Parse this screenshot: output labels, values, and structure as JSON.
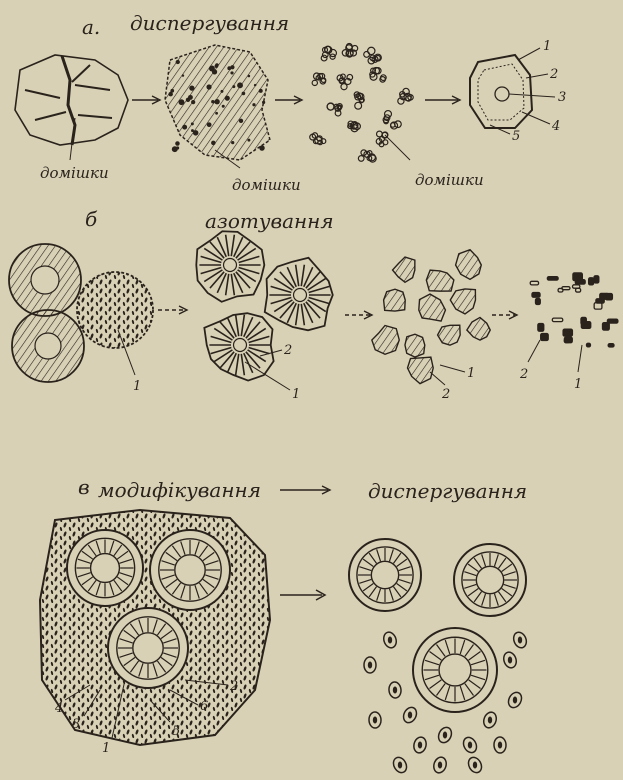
{
  "panel_a": {
    "letter": "а.",
    "title": "диспергування",
    "caption_1": "домішки",
    "caption_2": "домішки",
    "caption_3": "домішки",
    "parts": [
      "1",
      "2",
      "3",
      "4",
      "5"
    ]
  },
  "panel_b": {
    "letter": "б",
    "title": "азотування",
    "label_1a": "1",
    "label_1b": "1",
    "label_2b": "2",
    "label_1c": "1",
    "label_2c": "2",
    "label_1d": "1",
    "label_2d": "2"
  },
  "panel_c": {
    "letter": "в",
    "title_left": "модифікування",
    "title_right": "диспергування",
    "labels": [
      "1",
      "2",
      "3",
      "4",
      "5",
      "6"
    ]
  },
  "colors": {
    "paper": "#d9d1b6",
    "ink": "#2a231c"
  }
}
